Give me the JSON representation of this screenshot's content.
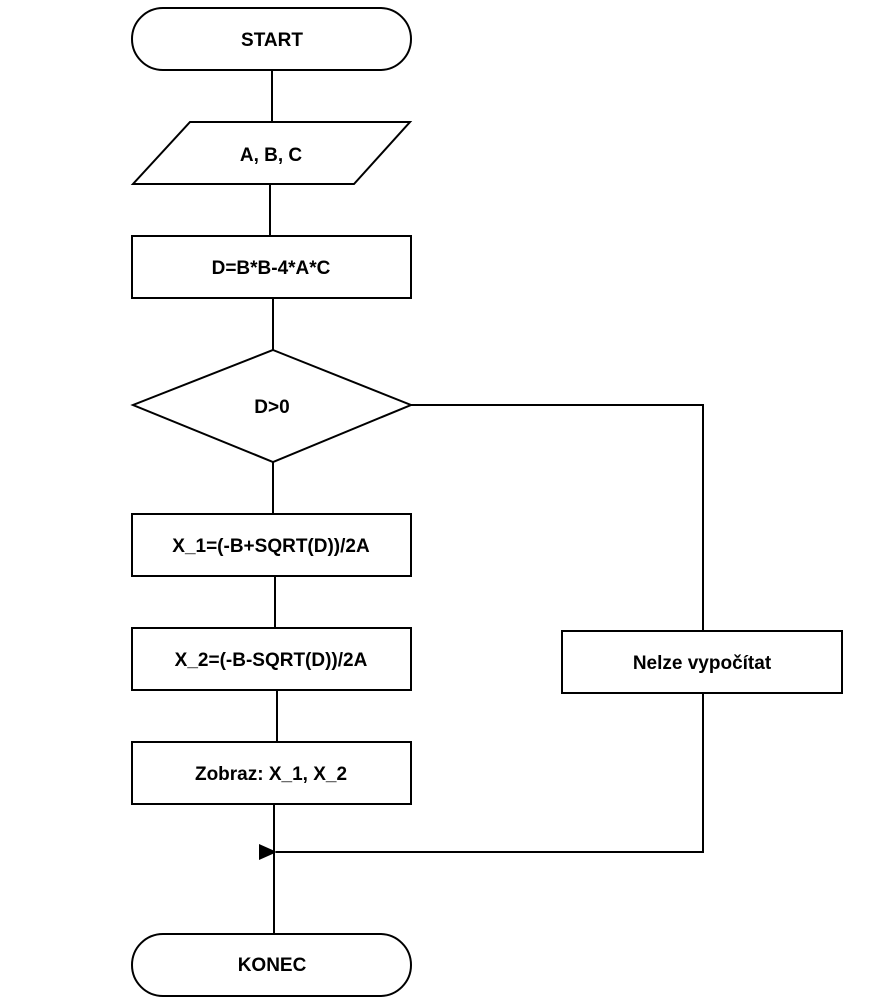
{
  "flowchart": {
    "start": "START",
    "input": "A, B, C",
    "discriminant": "D=B*B-4*A*C",
    "condition": "D>0",
    "x1": "X_1=(-B+SQRT(D))/2A",
    "x2": "X_2=(-B-SQRT(D))/2A",
    "display": "Zobraz: X_1, X_2",
    "error": "Nelze vypočítat",
    "end": "KONEC"
  }
}
